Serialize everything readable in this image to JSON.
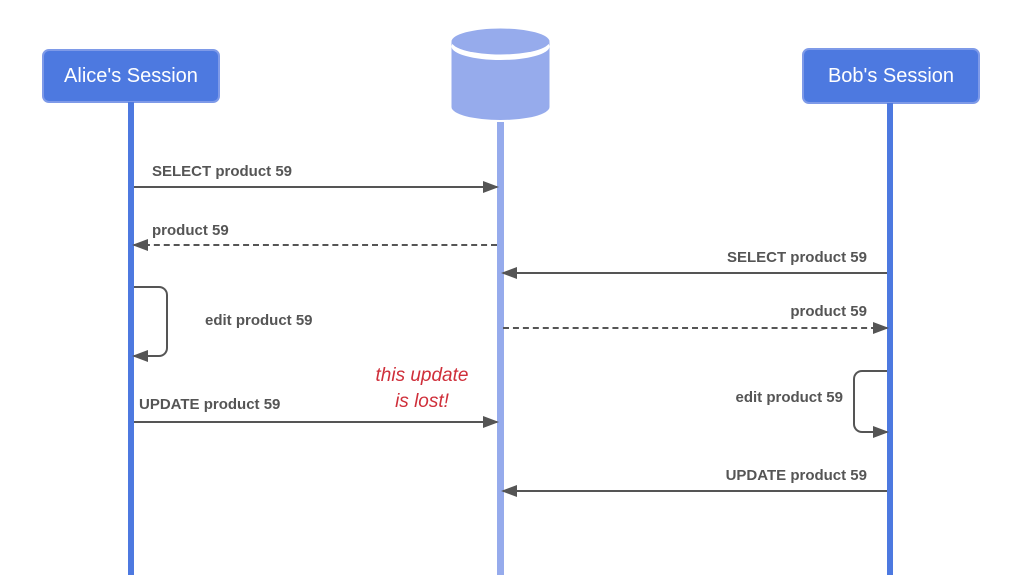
{
  "diagram": {
    "title_hint": "lost-update sequence diagram",
    "actors": [
      {
        "id": "alice",
        "label": "Alice's Session"
      },
      {
        "id": "database",
        "label": "",
        "icon": "database-cylinder"
      },
      {
        "id": "bob",
        "label": "Bob's Session"
      }
    ],
    "messages": [
      {
        "from": "alice",
        "to": "database",
        "label": "SELECT product 59",
        "style": "solid"
      },
      {
        "from": "database",
        "to": "alice",
        "label": "product 59",
        "style": "dashed"
      },
      {
        "from": "bob",
        "to": "database",
        "label": "SELECT product 59",
        "style": "solid"
      },
      {
        "from": "database",
        "to": "bob",
        "label": "product 59",
        "style": "dashed"
      },
      {
        "from": "alice",
        "to": "alice",
        "label": "edit product 59",
        "style": "self"
      },
      {
        "from": "alice",
        "to": "database",
        "label": "UPDATE product 59",
        "style": "solid"
      },
      {
        "from": "bob",
        "to": "bob",
        "label": "edit product 59",
        "style": "self"
      },
      {
        "from": "bob",
        "to": "database",
        "label": "UPDATE product 59",
        "style": "solid"
      }
    ],
    "annotation": {
      "line1": "this update",
      "line2": "is lost!"
    },
    "colors": {
      "actor_fill": "#4d79e0",
      "actor_border": "#7e9ae8",
      "database_fill": "#96abec",
      "message_line": "#555555",
      "annotation_red": "#cf2f3a",
      "background": "#ffffff"
    }
  }
}
